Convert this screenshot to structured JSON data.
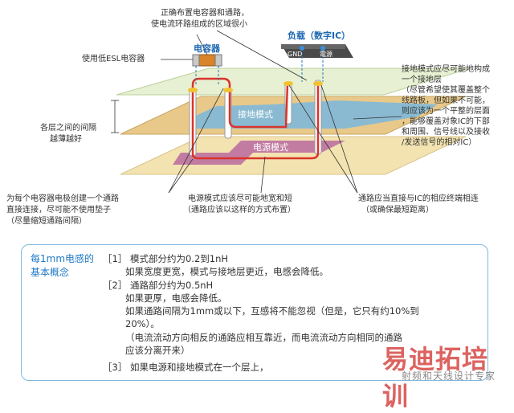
{
  "annotations": {
    "top_center": [
      "正确布置电容器和通路，",
      "使电流环路组成的区域很小"
    ],
    "capacitor_title": "电容器",
    "capacitor_note": "使用低ESL电容器",
    "load_title": "负载（数字IC）",
    "pin_gnd": "GND",
    "pin_power": "電源",
    "right_note": [
      "接地模式应尽可能地构成",
      "一个接地层",
      "（尽管希望使其覆盖整个",
      "线路板，但如果不可能，",
      "则应该为一个平整的层面",
      "，能够覆盖对象IC的下部",
      "和周围、信号线以及接收",
      "/发送信号的相对IC）"
    ],
    "left_spacing": [
      "各层之间的间隔",
      "越薄越好"
    ],
    "ground_label": "接地模式",
    "power_label": "电源模式",
    "bottom_left": [
      "为每个电容器电极创建一个通路",
      "直接连接，尽可能不使用垫子",
      "（尽量缩短通路间隔）"
    ],
    "bottom_center": [
      "电源模式应该尽可能地宽和短",
      "（通路应该以这样的方式布置）"
    ],
    "bottom_right": [
      "通路应当直接与IC的相应终端相连",
      "（或确保最短距离）"
    ]
  },
  "concept_box": {
    "title": [
      "每1mm电感的",
      "基本概念"
    ],
    "lines": [
      "［1］ 模式部分约为0.2到1nH",
      "如果宽度更宽，模式与接地层更近，电感会降低。",
      "［2］ 通路部分约为0.5nH",
      "如果更厚，电感会降低。",
      "如果通路间隔为1mm或以下，互感将不能忽视（但是，它只有约10%到",
      "20%）。",
      "（电流流动方向相反的通路应相互靠近，而电流流动方向相同的通路",
      "应该分离开来）",
      "［3］ 如果电源和接地模式在一个层上，"
    ]
  },
  "watermark": {
    "main": "易迪拓培训",
    "sub": "射频和天线设计专家"
  },
  "colors": {
    "top_layer": "#e6f0d0",
    "mid_layer": "#e8c98a",
    "ground_pattern": "#7fb8d8",
    "bottom_layer": "#f3e3b0",
    "power_pattern": "#b86aa0",
    "current_loop": "#d9342b",
    "accent_blue": "#1f78c4"
  }
}
